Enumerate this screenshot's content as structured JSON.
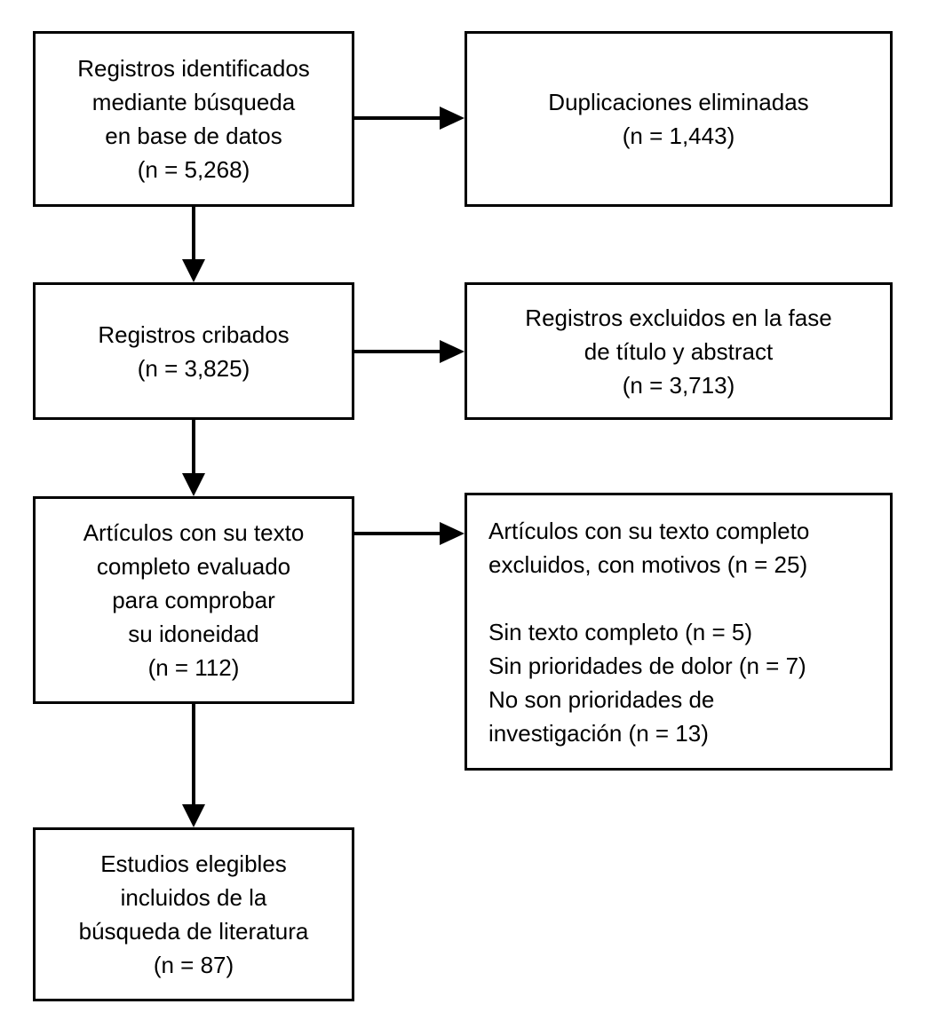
{
  "diagram": {
    "type": "prisma-flowchart",
    "language": "es",
    "colors": {
      "background": "#ffffff",
      "line": "#000000",
      "text": "#000000"
    },
    "boxes": {
      "identified": {
        "text": "Registros identificados\nmediante búsqueda\nen base de datos\n(n = 5,268)",
        "n": 5268
      },
      "duplicates_removed": {
        "text": "Duplicaciones eliminadas\n(n = 1,443)",
        "n": 1443
      },
      "screened": {
        "text": "Registros cribados\n(n = 3,825)",
        "n": 3825
      },
      "excluded_title_abstract": {
        "text": "Registros excluidos en la fase\nde título y abstract\n(n = 3,713)",
        "n": 3713
      },
      "fulltext_assessed": {
        "text": "Artículos con su texto\ncompleto evaluado\npara comprobar\nsu idoneidad\n(n = 112)",
        "n": 112
      },
      "fulltext_excluded": {
        "text": "Artículos con su texto completo\nexcluidos, con motivos (n = 25)\n\nSin texto completo (n = 5)\nSin prioridades de dolor (n = 7)\nNo son prioridades de\ninvestigación (n = 13)",
        "n": 25
      },
      "included": {
        "text": "Estudios elegibles\nincluidos de la\nbúsqueda de literatura\n(n = 87)",
        "n": 87
      }
    }
  }
}
